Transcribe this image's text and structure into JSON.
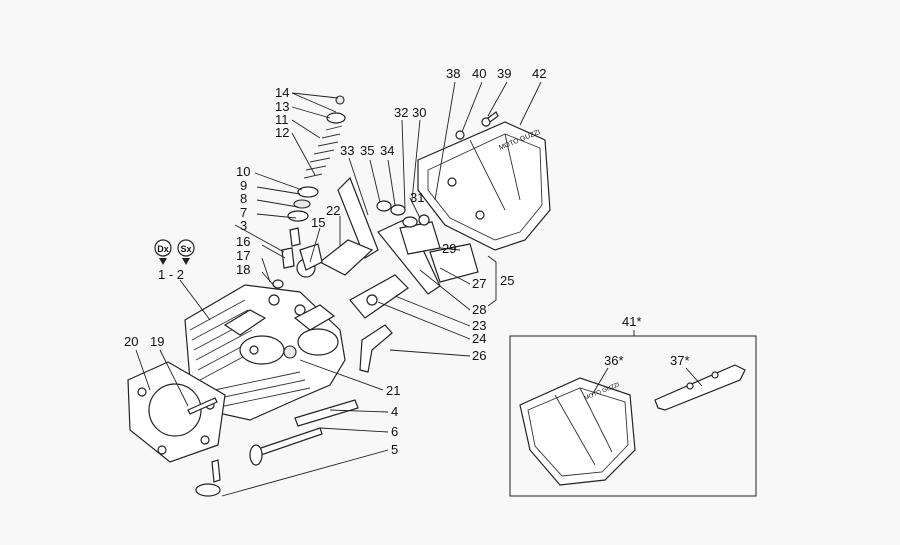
{
  "diagram": {
    "labels": {
      "p1_2": "1 - 2",
      "p3": "3",
      "p4": "4",
      "p5": "5",
      "p6": "6",
      "p7": "7",
      "p8": "8",
      "p9": "9",
      "p10": "10",
      "p11": "11",
      "p12": "12",
      "p13": "13",
      "p14": "14",
      "p15": "15",
      "p16": "16",
      "p17": "17",
      "p18": "18",
      "p19": "19",
      "p20": "20",
      "p21": "21",
      "p22": "22",
      "p23": "23",
      "p24": "24",
      "p25": "25",
      "p26": "26",
      "p27": "27",
      "p28": "28",
      "p29": "29",
      "p30": "30",
      "p31": "31",
      "p32": "32",
      "p33": "33",
      "p34": "34",
      "p35": "35",
      "p36": "36*",
      "p37": "37*",
      "p38": "38",
      "p39": "39",
      "p40": "40",
      "p41": "41*",
      "p42": "42"
    },
    "side_badges": {
      "right": "Dx",
      "left": "Sx"
    },
    "cover_brand": "MOTO GUZZI"
  }
}
